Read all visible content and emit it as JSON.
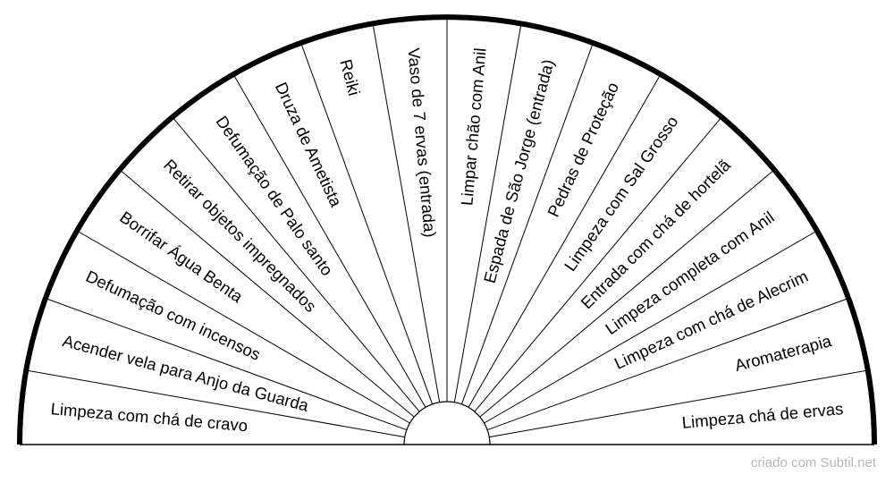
{
  "pendulum_chart": {
    "sectors": [
      "Limpeza com chá de cravo",
      "Acender vela para Anjo da Guarda",
      "Defumação com incensos",
      "Borrifar Água Benta",
      "Retirar objetos impregnados",
      "Defumação de Palo santo",
      "Druza de Ametista",
      "Reiki",
      "Vaso de 7 ervas (entrada)",
      "Limpar chão com Anil",
      "Espada de São Jorge (entrada)",
      "Pedras de Proteção",
      "Limpeza com Sal Grosso",
      "Entrada com chá de hortelã",
      "Limpeza completa com Anil",
      "Limpeza com chá de Alecrim",
      "Aromaterapia",
      "Limpeza chá de ervas"
    ],
    "colors": {
      "line": "#000000",
      "rim": "#000000",
      "background": "#ffffff"
    }
  },
  "footer": {
    "credit": "criado com Subtil.net"
  }
}
